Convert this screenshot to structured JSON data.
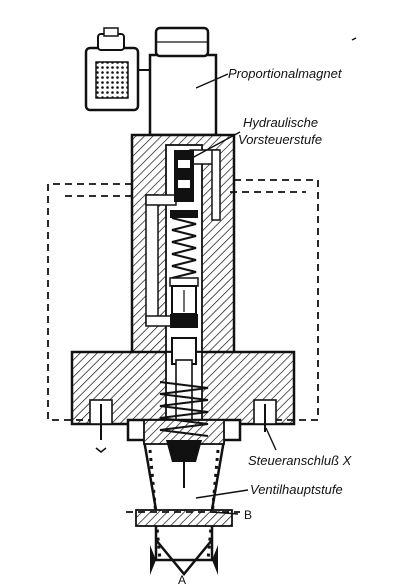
{
  "labels": {
    "proportional_magnet": "Proportionalmagnet",
    "hydraulic_pilot_line1": "Hydraulische",
    "hydraulic_pilot_line2": "Vorsteuerstufe",
    "control_port": "Steueranschluß X",
    "main_stage": "Ventilhauptstufe",
    "port_b": "B",
    "port_a": "A"
  }
}
